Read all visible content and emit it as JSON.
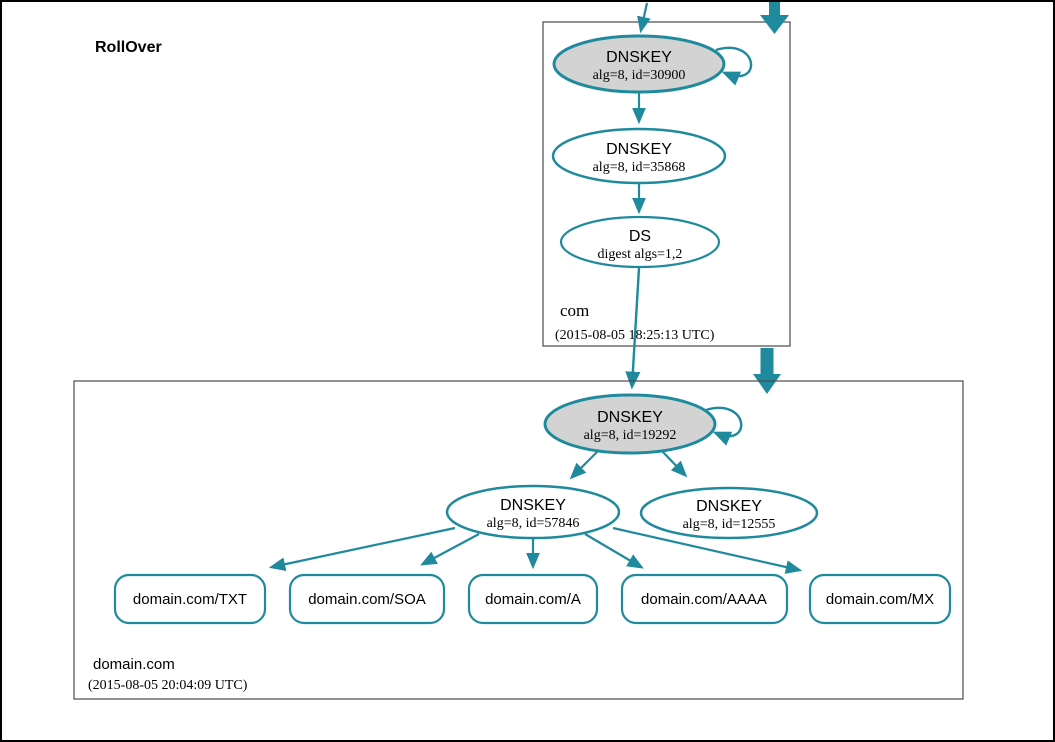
{
  "page_title": "RollOver",
  "colors": {
    "accent_teal": "#1F8A9D",
    "ksk_node_fill": "#D3D3D3",
    "node_fill": "#FFFFFF",
    "zone_box_border": "#4A4A4A"
  },
  "zones": [
    {
      "name": "com",
      "timestamp": "(2015-08-05 18:25:13 UTC)",
      "nodes": [
        {
          "label": "DNSKEY",
          "sub": "alg=8, id=30900",
          "ksk": true,
          "self_signed": true
        },
        {
          "label": "DNSKEY",
          "sub": "alg=8, id=35868",
          "ksk": false,
          "self_signed": false
        },
        {
          "label": "DS",
          "sub": "digest algs=1,2",
          "ksk": false,
          "self_signed": false
        }
      ]
    },
    {
      "name": "domain.com",
      "timestamp": "(2015-08-05 20:04:09 UTC)",
      "nodes": [
        {
          "label": "DNSKEY",
          "sub": "alg=8, id=19292",
          "ksk": true,
          "self_signed": true
        },
        {
          "label": "DNSKEY",
          "sub": "alg=8, id=57846",
          "ksk": false,
          "self_signed": false
        },
        {
          "label": "DNSKEY",
          "sub": "alg=8, id=12555",
          "ksk": false,
          "self_signed": false
        }
      ],
      "rrsets": [
        {
          "label": "domain.com/TXT"
        },
        {
          "label": "domain.com/SOA"
        },
        {
          "label": "domain.com/A"
        },
        {
          "label": "domain.com/AAAA"
        },
        {
          "label": "domain.com/MX"
        }
      ]
    }
  ]
}
